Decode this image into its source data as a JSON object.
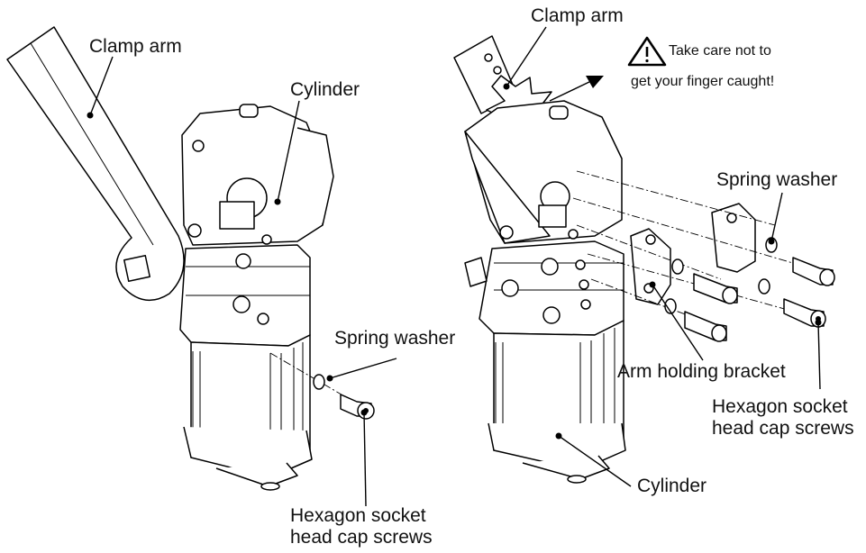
{
  "labels": {
    "left_clamp_arm": "Clamp arm",
    "left_cylinder": "Cylinder",
    "left_spring_washer": "Spring washer",
    "left_screws_line1": "Hexagon socket",
    "left_screws_line2": "head cap screws",
    "right_clamp_arm": "Clamp arm",
    "right_spring_washer": "Spring washer",
    "right_arm_bracket": "Arm holding bracket",
    "right_screws_line1": "Hexagon socket",
    "right_screws_line2": "head cap screws",
    "right_cylinder": "Cylinder"
  },
  "warning": {
    "icon": "warning-triangle-icon",
    "line1": "Take  care  not  to",
    "line2": "get your finger caught!"
  }
}
